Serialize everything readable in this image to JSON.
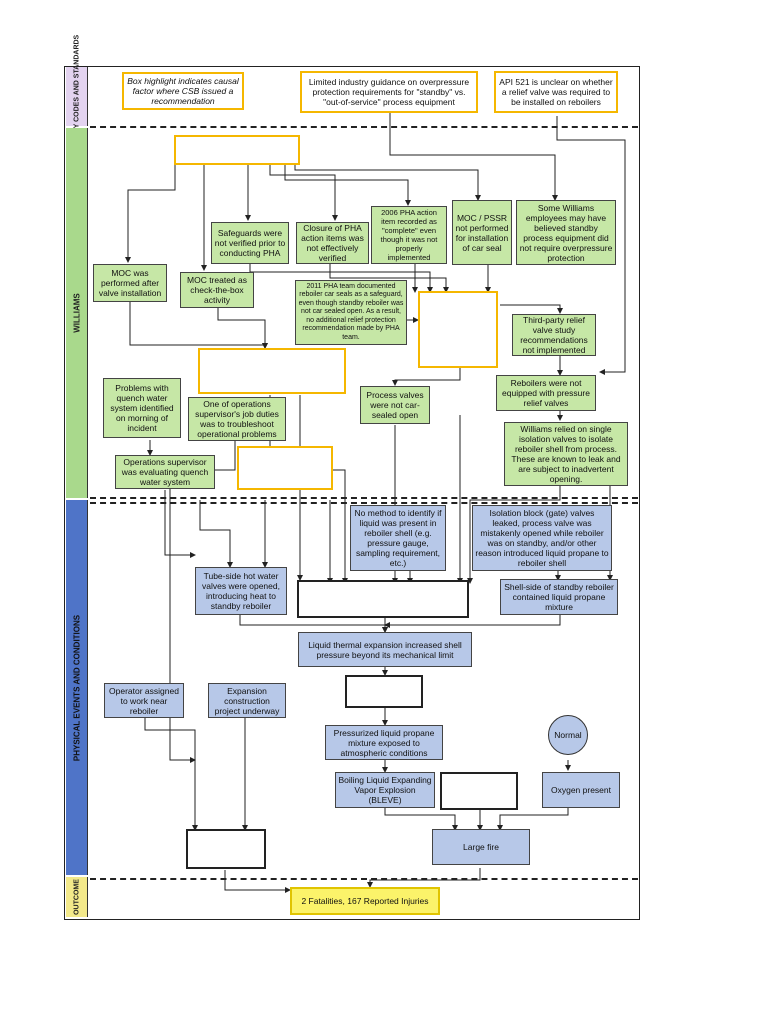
{
  "bands": {
    "industry": "INDUSTRY CODES AND STANDARDS",
    "williams": "WILLIAMS",
    "physical": "PHYSICAL EVENTS AND CONDITIONS",
    "outcome": "OUTCOME"
  },
  "industry": {
    "legend": "Box highlight indicates causal factor where CSB issued a recommendation",
    "guidance": "Limited industry guidance on overpressure protection requirements for \"standby\" vs. \"out-of-service\" process equipment",
    "api": "API 521 is unclear on whether a relief valve was required to be installed on reboilers"
  },
  "williams": {
    "moc_after": "MOC was performed after valve installation",
    "moc_checkbox": "MOC treated as check-the-box activity",
    "safeguards": "Safeguards were not verified prior to conducting PHA",
    "closure": "Closure of PHA action items was not effectively verified",
    "pha2006": "2006 PHA action item recorded as \"complete\" even though it was not properly implemented",
    "moc_pssr": "MOC / PSSR not performed for installation of car seal",
    "employees": "Some Williams employees may have believed standby process equipment did not require overpressure protection",
    "pha2011": "2011 PHA team documented reboiler car seals as a safeguard, even though standby reboiler was not car sealed open. As a result, no additional relief protection recommendation made by PHA team.",
    "third_party": "Third-party relief valve study recommendations not implemented",
    "quench": "Problems with quench water system identified on morning of incident",
    "supervisor_duties": "One of operations supervisor's job duties was to troubleshoot operational problems",
    "process_valves": "Process valves were not car-sealed open",
    "reboilers_no_prv": "Reboilers were not equipped with pressure relief valves",
    "ops_supervisor": "Operations supervisor was evaluating quench water system",
    "single_isolation": "Williams relied on single isolation valves to isolate reboiler shell from process. These are known to leak and are subject to inadvertent opening."
  },
  "physical": {
    "no_method": "No method to identify if liquid was present in reboiler shell (e.g. pressure gauge, sampling requirement, etc.)",
    "isolation_block": "Isolation block (gate) valves leaked, process valve was mistakenly opened while reboiler was on standby, and/or other reason introduced liquid propane to reboiler shell",
    "tube_side": "Tube-side hot water valves were opened, introducing heat to standby reboiler",
    "shell_side": "Shell-side of standby reboiler contained liquid propane mixture",
    "thermal": "Liquid thermal expansion increased shell pressure beyond its mechanical limit",
    "operator": "Operator assigned to work near reboiler",
    "expansion": "Expansion construction project underway",
    "pressurized": "Pressurized liquid propane mixture exposed to atmospheric conditions",
    "normal": "Normal",
    "bleve": "Boiling Liquid Expanding Vapor Explosion (BLEVE)",
    "oxygen": "Oxygen present",
    "large_fire": "Large fire"
  },
  "outcome": {
    "result": "2 Fatalities, 167 Reported Injuries"
  }
}
